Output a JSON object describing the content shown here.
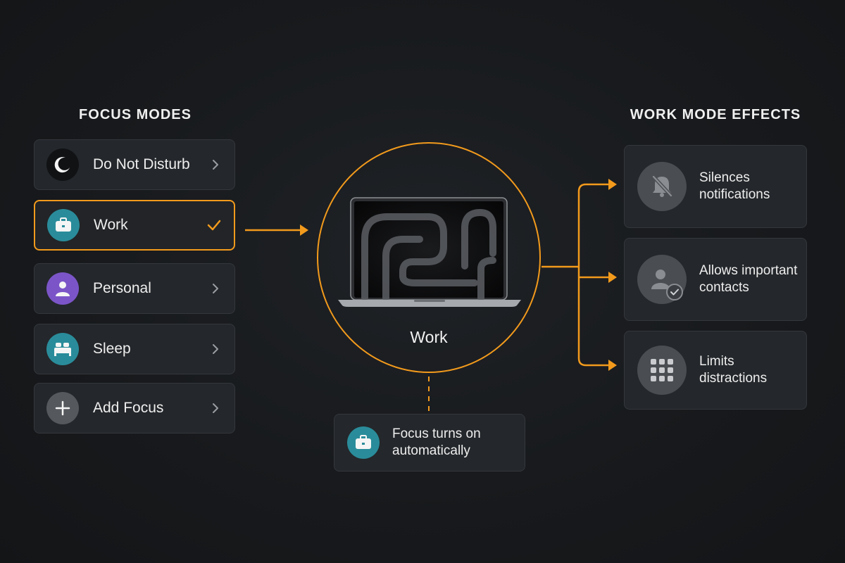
{
  "focus_modes": {
    "title": "FOCUS MODES",
    "items": [
      {
        "label": "Do Not Disturb",
        "icon": "moon-icon",
        "icon_bg": "#101214",
        "state": "chevron"
      },
      {
        "label": "Work",
        "icon": "briefcase-icon",
        "icon_bg": "#2a8c9a",
        "state": "selected"
      },
      {
        "label": "Personal",
        "icon": "person-icon",
        "icon_bg": "#7b55c8",
        "state": "chevron"
      },
      {
        "label": "Sleep",
        "icon": "bed-icon",
        "icon_bg": "#2a8c9a",
        "state": "chevron"
      },
      {
        "label": "Add Focus",
        "icon": "plus-icon",
        "icon_bg": "#55585d",
        "state": "chevron"
      }
    ]
  },
  "center": {
    "label": "Work",
    "device": "laptop-icon",
    "auto_text": "Focus turns on automatically"
  },
  "effects": {
    "title": "WORK MODE EFFECTS",
    "items": [
      {
        "label": "Silences notifications",
        "icon": "bell-slash-icon"
      },
      {
        "label": "Allows important contacts",
        "icon": "contact-check-icon"
      },
      {
        "label": "Limits distractions",
        "icon": "app-grid-icon"
      }
    ]
  },
  "colors": {
    "accent": "#f29a1c",
    "background": "#17191c",
    "card": "#24272b",
    "teal": "#2a8c9a",
    "purple": "#7b55c8"
  }
}
